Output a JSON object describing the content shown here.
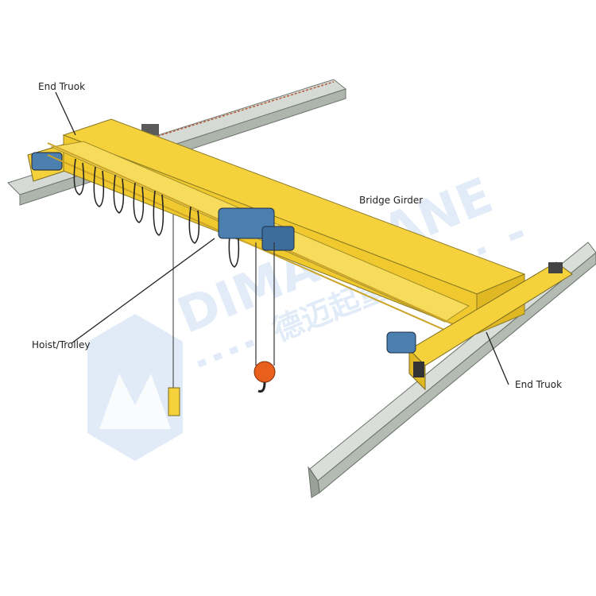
{
  "labels": {
    "end_truck_top": "End Truok",
    "bridge_girder": "Bridge Girder",
    "hoist_trolley": "Hoist/Trolley",
    "end_truck_right": "End Truok"
  },
  "watermark": {
    "brand_text": "DIMACRANE",
    "chinese_text": "德迈起重"
  },
  "colors": {
    "girder_yellow": "#f5d23c",
    "girder_shadow": "#e0b824",
    "rail_gray": "#c9cfc9",
    "rail_dark": "#8d958f",
    "motor_blue": "#4a7fb0",
    "hook_orange": "#e8601c",
    "watermark_blue": "#cfe0f3"
  }
}
